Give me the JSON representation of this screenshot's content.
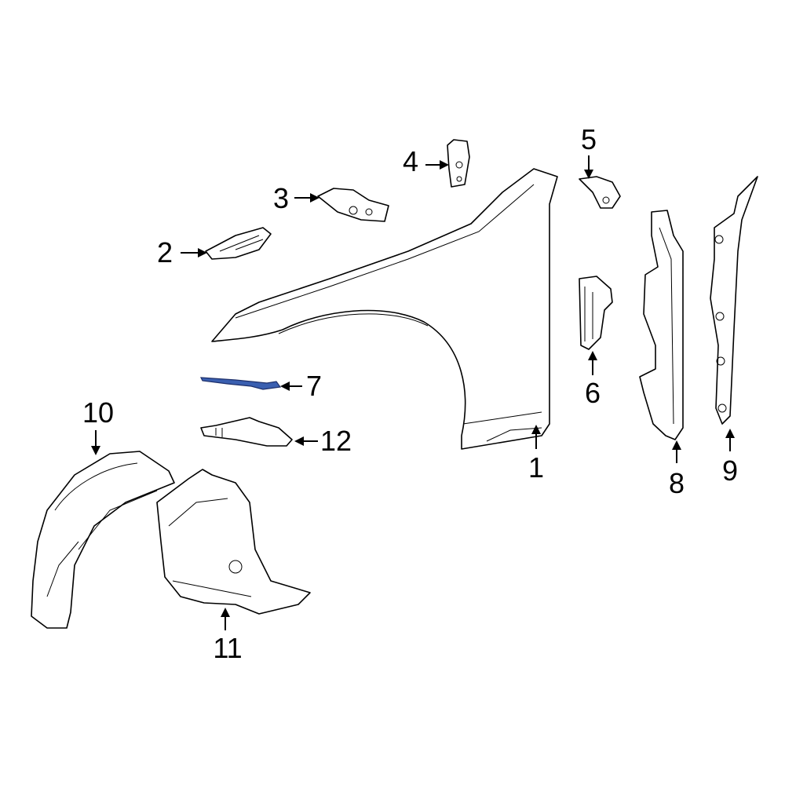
{
  "callouts": {
    "c1": "1",
    "c2": "2",
    "c3": "3",
    "c4": "4",
    "c5": "5",
    "c6": "6",
    "c7": "7",
    "c8": "8",
    "c9": "9",
    "c10": "10",
    "c11": "11",
    "c12": "12"
  },
  "colors": {
    "highlight_part": "#3a5fb0",
    "line": "#000000",
    "background": "#ffffff"
  },
  "highlighted_callout": "7"
}
